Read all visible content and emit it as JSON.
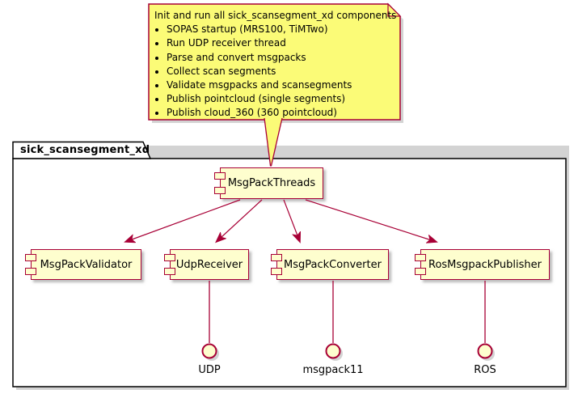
{
  "diagram": {
    "note": {
      "title": "Init and run all sick_scansegment_xd components",
      "bullets": [
        "SOPAS startup (MRS100, TiMTwo)",
        "Run UDP receiver thread",
        "Parse and convert msgpacks",
        "Collect scan segments",
        "Validate msgpacks and scansegments",
        "Publish pointcloud (single segments)",
        "Publish cloud_360 (360 pointcloud)"
      ]
    },
    "package": {
      "title": "sick_scansegment_xd"
    },
    "components": {
      "root": "MsgPackThreads",
      "children": [
        "MsgPackValidator",
        "UdpReceiver",
        "MsgPackConverter",
        "RosMsgpackPublisher"
      ]
    },
    "interfaces": [
      "UDP",
      "msgpack11",
      "ROS"
    ],
    "colors": {
      "border": "#A80036",
      "component_fill": "#FEFECE",
      "note_fill": "#FBFB77",
      "package_border": "#000000"
    }
  }
}
